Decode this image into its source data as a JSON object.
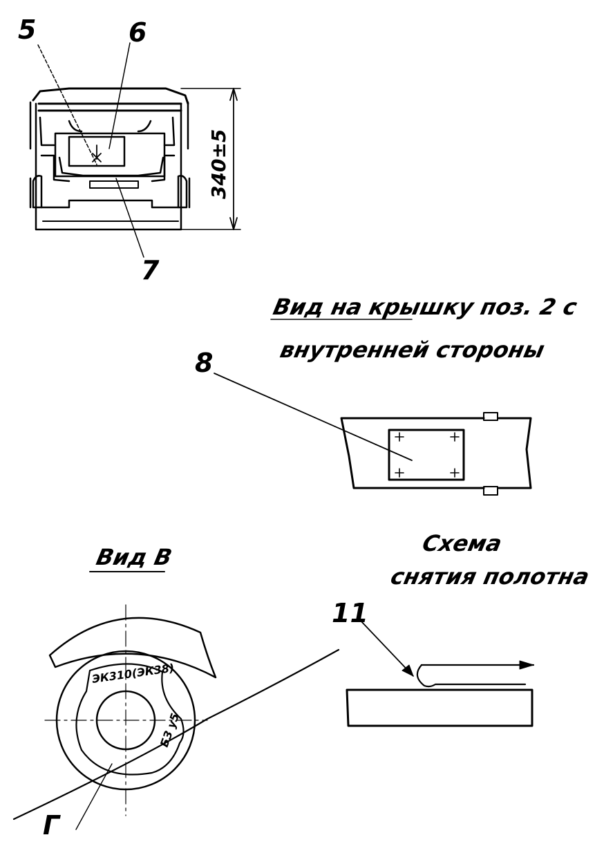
{
  "top_view": {
    "callouts": {
      "c5": "5",
      "c6": "6",
      "c7": "7"
    },
    "dimension": "340±5"
  },
  "lid_view": {
    "title_line1": "Вид на крышку поз. 2 с",
    "title_line2": "внутренней стороны",
    "callout": "8"
  },
  "view_b": {
    "title": "Вид В",
    "marking_top": "ЭК310(ЭК38)",
    "marking_side": "БЗ у5",
    "callout": "Г"
  },
  "removal_scheme": {
    "title_line1": "Схема",
    "title_line2": "снятия полотна",
    "callout": "11"
  }
}
